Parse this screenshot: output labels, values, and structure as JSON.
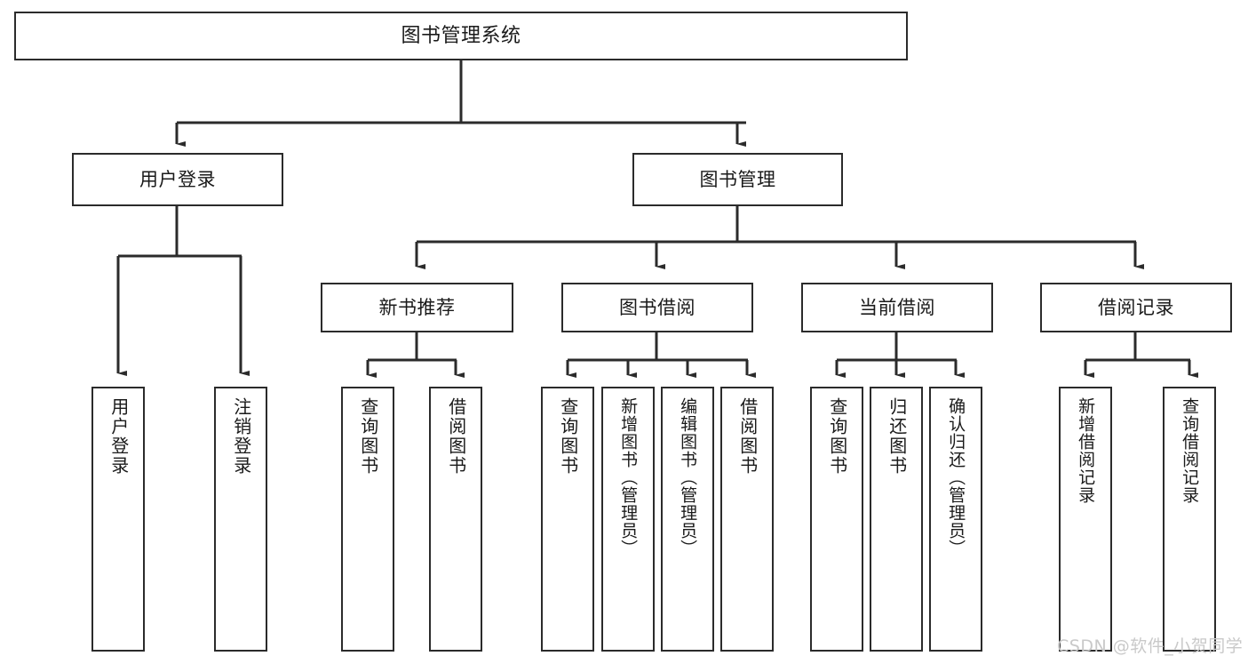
{
  "diagram": {
    "title": "图书管理系统",
    "type": "tree-hierarchy-chart",
    "stroke_color": "#2b2b2b",
    "fill_color": "#ffffff",
    "background_color": "#ffffff"
  },
  "root": {
    "label": "图书管理系统"
  },
  "level2": {
    "user_login": {
      "label": "用户登录"
    },
    "book_manage": {
      "label": "图书管理"
    }
  },
  "level3": {
    "new_book_rec": {
      "label": "新书推荐"
    },
    "book_borrow": {
      "label": "图书借阅"
    },
    "current_borrow": {
      "label": "当前借阅"
    },
    "borrow_record": {
      "label": "借阅记录"
    }
  },
  "leaves": {
    "user_login_1": {
      "label": "用户登录"
    },
    "user_login_2": {
      "label": "注销登录"
    },
    "new_book_1": {
      "label": "查询图书"
    },
    "new_book_2": {
      "label": "借阅图书"
    },
    "book_borrow_1": {
      "label": "查询图书"
    },
    "book_borrow_2": {
      "label": "新增图书（管理员）"
    },
    "book_borrow_3": {
      "label": "编辑图书（管理员）"
    },
    "book_borrow_4": {
      "label": "借阅图书"
    },
    "current_borrow_1": {
      "label": "查询图书"
    },
    "current_borrow_2": {
      "label": "归还图书"
    },
    "current_borrow_3": {
      "label": "确认归还（管理员）"
    },
    "borrow_record_1": {
      "label": "新增借阅记录"
    },
    "borrow_record_2": {
      "label": "查询借阅记录"
    }
  },
  "watermark": {
    "text": "CSDN @软件_小贺同学"
  }
}
